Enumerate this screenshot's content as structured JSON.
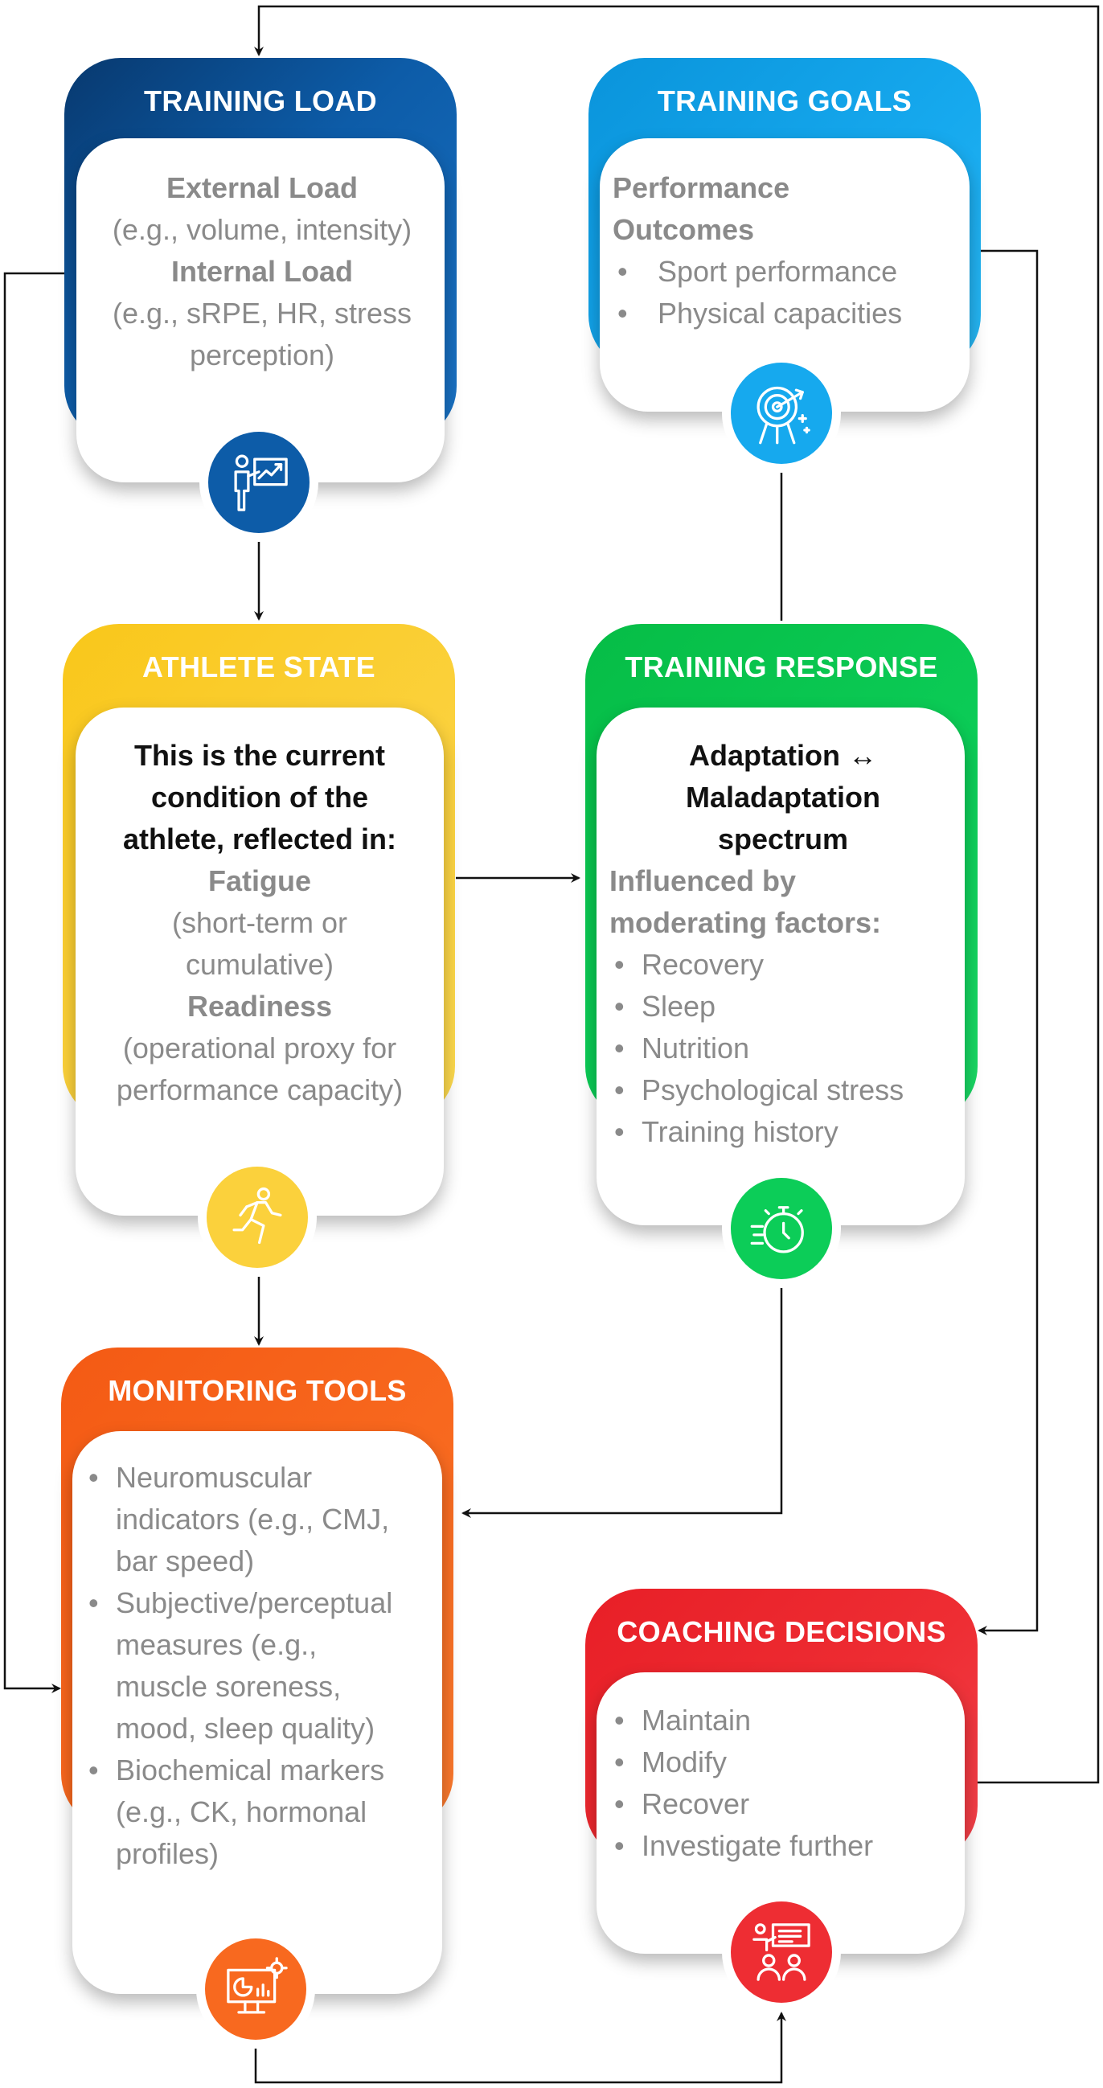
{
  "colors": {
    "training_load": "#0d5ca8",
    "training_goals": "#16a9ee",
    "athlete_state": "#fbd13c",
    "training_response": "#0ccd58",
    "monitoring_tools": "#f8691f",
    "coaching_decisions": "#ee2d33",
    "text_grey": "#8a8a8a",
    "text_dark": "#111111",
    "connector": "#111111"
  },
  "training_load": {
    "title": "TRAINING LOAD",
    "external_label": "External Load",
    "external_detail": "(e.g., volume, intensity)",
    "internal_label": "Internal Load",
    "internal_detail": "(e.g., sRPE, HR, stress perception)",
    "icon": "presenter-chart-icon"
  },
  "training_goals": {
    "title": "TRAINING GOALS",
    "heading": "Performance Outcomes",
    "items": [
      "Sport performance",
      "Physical capacities"
    ],
    "icon": "target-archery-icon"
  },
  "athlete_state": {
    "title": "ATHLETE STATE",
    "intro": "This is the current condition of the athlete, reflected in:",
    "fatigue_label": "Fatigue",
    "fatigue_detail": "(short-term or cumulative)",
    "readiness_label": "Readiness",
    "readiness_detail": "(operational proxy for performance capacity)",
    "icon": "running-person-icon"
  },
  "training_response": {
    "title": "TRAINING RESPONSE",
    "spectrum": "Adaptation ↔ Maladaptation spectrum",
    "factors_heading": "Influenced by moderating factors:",
    "items": [
      "Recovery",
      "Sleep",
      "Nutrition",
      "Psychological stress",
      "Training history"
    ],
    "icon": "stopwatch-icon"
  },
  "monitoring_tools": {
    "title": "MONITORING TOOLS",
    "items": [
      "Neuromuscular indicators (e.g., CMJ, bar speed)",
      "Subjective/perceptual measures (e.g., muscle soreness, mood, sleep quality)",
      "Biochemical markers (e.g., CK, hormonal profiles)"
    ],
    "icon": "monitor-analytics-icon"
  },
  "coaching_decisions": {
    "title": "COACHING DECISIONS",
    "items": [
      "Maintain",
      "Modify",
      "Recover",
      "Investigate further"
    ],
    "icon": "coach-presentation-icon"
  }
}
